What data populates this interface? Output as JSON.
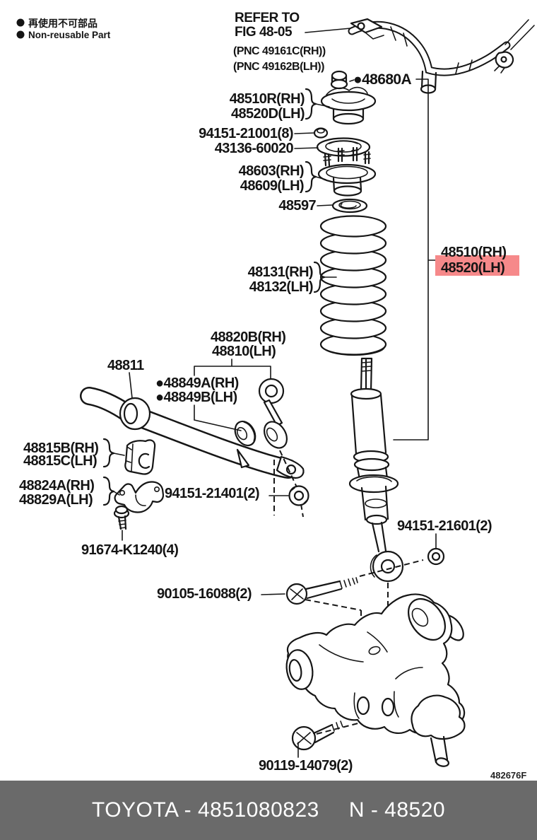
{
  "legend": {
    "jp_label": "再使用不可部品",
    "en_label": "Non-reusable Part"
  },
  "refer_note": {
    "line1": "REFER TO",
    "line2": "FIG 48-05",
    "pnc_rh": "(PNC 49161C(RH))",
    "pnc_lh": "(PNC 49162B(LH))"
  },
  "labels": {
    "nut_48680a": "●48680A",
    "support_rh": "48510R(RH)",
    "support_lh": "48520D(LH)",
    "nut_94151_21001": "94151-21001(8)",
    "seal_43136": "43136-60020",
    "support_sub_rh": "48603(RH)",
    "support_sub_lh": "48609(LH)",
    "seat_48597": "48597",
    "spring_rh": "48131(RH)",
    "spring_lh": "48132(LH)",
    "shock_rh": "48510(RH)",
    "shock_lh": "48520(LH)",
    "link_rh": "48820B(RH)",
    "link_lh": "48810(LH)",
    "bar_48811": "48811",
    "bush_rh": "●48849A(RH)",
    "bush_lh": "●48849B(LH)",
    "clamp_rh": "48815B(RH)",
    "clamp_lh": "48815C(LH)",
    "bracket_rh": "48824A(RH)",
    "bracket_lh": "48829A(LH)",
    "nut_94151_21401": "94151-21401(2)",
    "bolt_91674": "91674-K1240(4)",
    "nut_94151_21601": "94151-21601(2)",
    "bolt_90105": "90105-16088(2)",
    "bolt_90119": "90119-14079(2)"
  },
  "figure_code": "482676F",
  "highlight": {
    "bg": "#f6898a",
    "fg": "#8b1e1e"
  },
  "footer": {
    "left": "TOYOTA - 4851080823",
    "right": "N - 48520",
    "bg": "#6a6a6a",
    "fg": "#ffffff"
  }
}
